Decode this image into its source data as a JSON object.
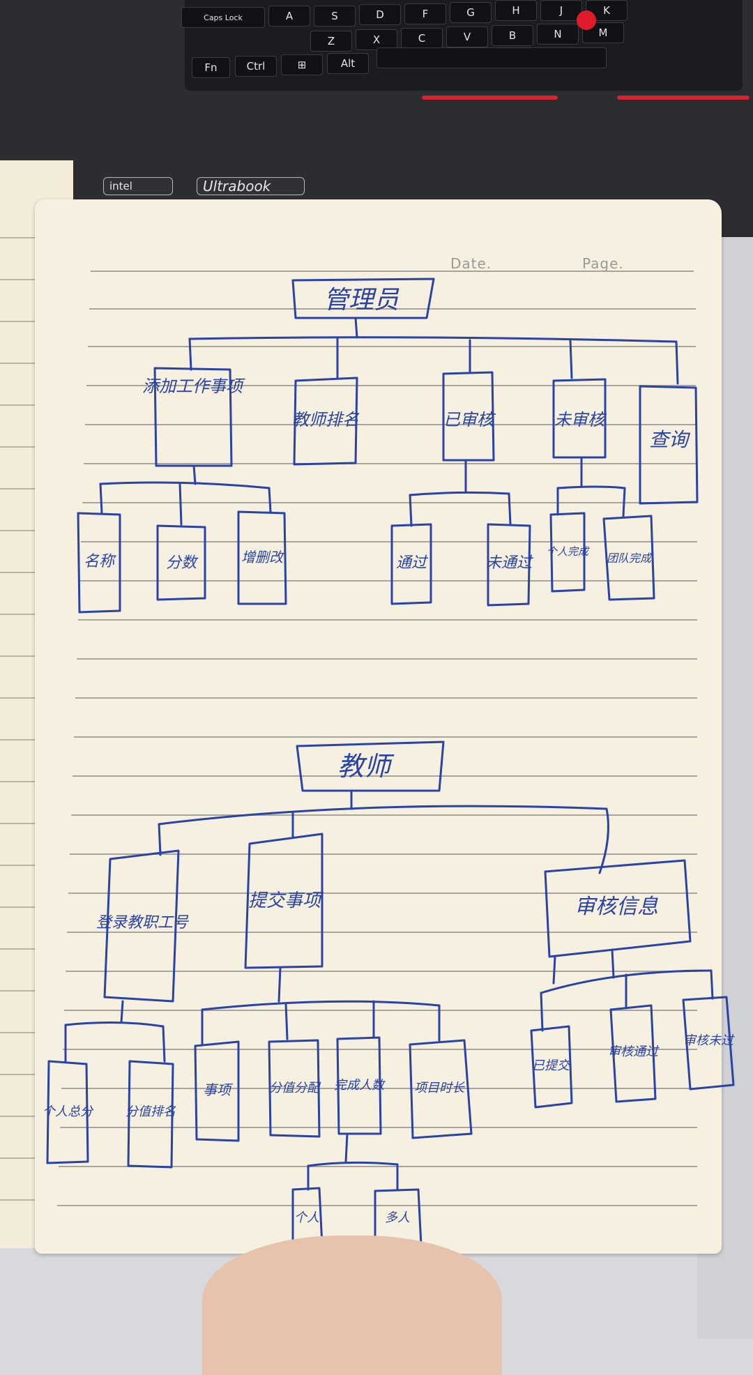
{
  "laptop": {
    "keys": [
      "Caps Lock",
      "A",
      "S",
      "D",
      "F",
      "G",
      "H",
      "J",
      "K",
      "Z",
      "X",
      "C",
      "V",
      "B",
      "N",
      "M",
      "Fn",
      "Ctrl",
      "⊞",
      "Alt"
    ],
    "stickers": [
      "intel",
      "Ultrabook"
    ]
  },
  "notebook": {
    "header": {
      "date_label": "Date.",
      "page_label": "Page."
    },
    "diagram1": {
      "root": "管理员",
      "children": [
        {
          "label": "添加工作事项",
          "children": [
            "名称",
            "分数",
            "增删改"
          ]
        },
        {
          "label": "教师排名",
          "children": []
        },
        {
          "label": "已审核",
          "children": [
            "通过",
            "未通过"
          ]
        },
        {
          "label": "未审核",
          "children": [
            "个人完成",
            "团队完成"
          ]
        },
        {
          "label": "查询",
          "children": []
        }
      ]
    },
    "diagram2": {
      "root": "教师",
      "children": [
        {
          "label": "登录教职工号",
          "children": [
            "个人总分",
            "分值排名"
          ]
        },
        {
          "label": "提交事项",
          "children": [
            "事项",
            "分值分配",
            "完成人数",
            "项目时长"
          ]
        },
        {
          "label": "审核信息",
          "children": [
            "已提交",
            "审核通过",
            "审核未过"
          ]
        }
      ],
      "grandchildren": {
        "parent": "完成人数",
        "items": [
          "个人",
          "多人"
        ]
      }
    }
  },
  "colors": {
    "ink": "#2a43a4",
    "paper": "#f5f0df",
    "rule": "#a7a49d",
    "laptop": "#2b2d31",
    "accent": "#d52332"
  }
}
